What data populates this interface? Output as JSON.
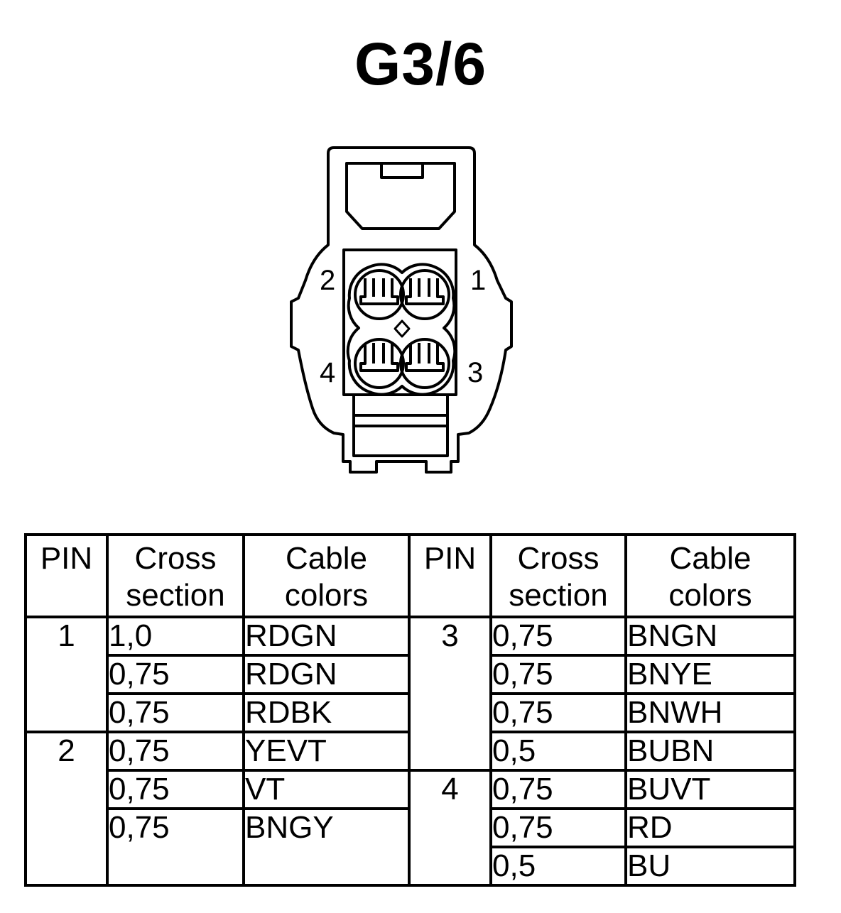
{
  "title": "G3/6",
  "connector": {
    "pin_labels": [
      "1",
      "2",
      "3",
      "4"
    ]
  },
  "table": {
    "headers": {
      "pin": "PIN",
      "cross_line1": "Cross",
      "cross_line2": "section",
      "cable_line1": "Cable",
      "cable_line2": "colors"
    },
    "left": {
      "pin1": "1",
      "pin2": "2",
      "rows": [
        {
          "cross": "1,0",
          "color": "RDGN"
        },
        {
          "cross": "0,75",
          "color": "RDGN"
        },
        {
          "cross": "0,75",
          "color": "RDBK"
        },
        {
          "cross": "0,75",
          "color": "YEVT"
        },
        {
          "cross": "0,75",
          "color": "VT"
        },
        {
          "cross": "0,75",
          "color": "BNGY"
        }
      ]
    },
    "right": {
      "pin3": "3",
      "pin4": "4",
      "rows": [
        {
          "cross": "0,75",
          "color": "BNGN"
        },
        {
          "cross": "0,75",
          "color": "BNYE"
        },
        {
          "cross": "0,75",
          "color": "BNWH"
        },
        {
          "cross": "0,5",
          "color": "BUBN"
        },
        {
          "cross": "0,75",
          "color": "BUVT"
        },
        {
          "cross": "0,75",
          "color": "RD"
        },
        {
          "cross": "0,5",
          "color": "BU"
        }
      ]
    }
  }
}
